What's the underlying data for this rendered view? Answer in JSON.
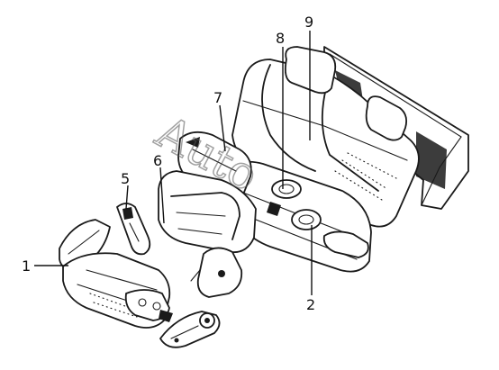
{
  "callouts": [
    {
      "id": "1",
      "label": "1"
    },
    {
      "id": "2",
      "label": "2"
    },
    {
      "id": "5",
      "label": "5"
    },
    {
      "id": "6",
      "label": "6"
    },
    {
      "id": "7",
      "label": "7"
    },
    {
      "id": "8",
      "label": "8"
    },
    {
      "id": "9",
      "label": "9"
    }
  ],
  "watermark": "Auto"
}
